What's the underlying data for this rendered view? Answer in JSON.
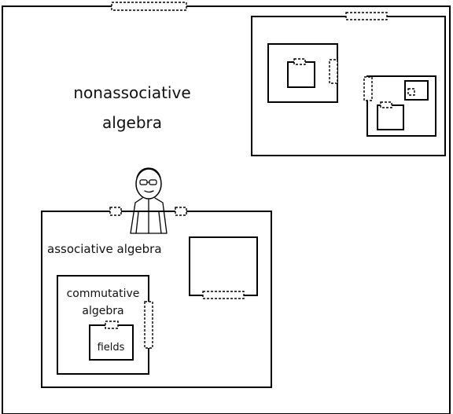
{
  "diagram": {
    "labels": {
      "nonassociative_line1": "nonassociative",
      "nonassociative_line2": "algebra",
      "associative": "associative algebra",
      "commutative_line1": "commutative",
      "commutative_line2": "algebra",
      "fields": "fields"
    },
    "colors": {
      "stroke": "#000000",
      "background": "#ffffff",
      "text": "#111111"
    },
    "icons": {
      "person": "person-icon"
    }
  }
}
